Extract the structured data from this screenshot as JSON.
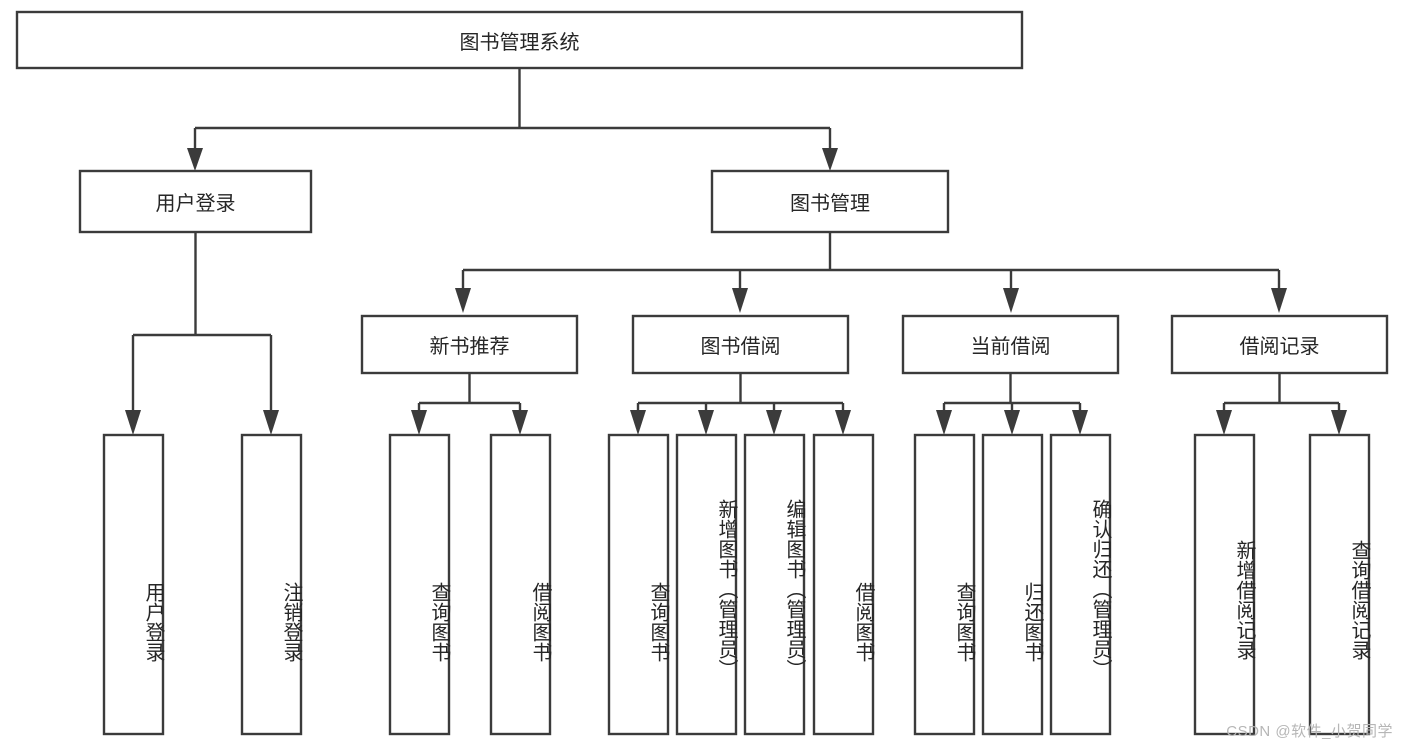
{
  "diagram": {
    "title": "图书管理系统",
    "type": "tree",
    "orientation": "top-down",
    "colors": {
      "background": "#ffffff",
      "box_fill": "#ffffff",
      "box_stroke": "#3b3b3b",
      "text": "#262626",
      "watermark": "#b6b6b6"
    },
    "root": {
      "label": "图书管理系统",
      "text_direction": "horizontal"
    },
    "level2": [
      {
        "label": "用户登录",
        "text_direction": "horizontal"
      },
      {
        "label": "图书管理",
        "text_direction": "horizontal"
      }
    ],
    "level3": [
      {
        "label": "新书推荐",
        "text_direction": "horizontal"
      },
      {
        "label": "图书借阅",
        "text_direction": "horizontal"
      },
      {
        "label": "当前借阅",
        "text_direction": "horizontal"
      },
      {
        "label": "借阅记录",
        "text_direction": "horizontal"
      }
    ],
    "leaves": {
      "用户登录": [
        {
          "label": "用户登录",
          "text_direction": "vertical"
        },
        {
          "label": "注销登录",
          "text_direction": "vertical"
        }
      ],
      "新书推荐": [
        {
          "label": "查询图书",
          "text_direction": "vertical"
        },
        {
          "label": "借阅图书",
          "text_direction": "vertical"
        }
      ],
      "图书借阅": [
        {
          "label": "查询图书",
          "text_direction": "vertical"
        },
        {
          "label": "新增图书（管理员）",
          "text_direction": "vertical"
        },
        {
          "label": "编辑图书（管理员）",
          "text_direction": "vertical"
        },
        {
          "label": "借阅图书",
          "text_direction": "vertical"
        }
      ],
      "当前借阅": [
        {
          "label": "查询图书",
          "text_direction": "vertical"
        },
        {
          "label": "归还图书",
          "text_direction": "vertical"
        },
        {
          "label": "确认归还（管理员）",
          "text_direction": "vertical"
        }
      ],
      "借阅记录": [
        {
          "label": "新增借阅记录",
          "text_direction": "vertical"
        },
        {
          "label": "查询借阅记录",
          "text_direction": "vertical"
        }
      ]
    }
  },
  "watermark": {
    "text": "CSDN @软件_小贺同学"
  }
}
